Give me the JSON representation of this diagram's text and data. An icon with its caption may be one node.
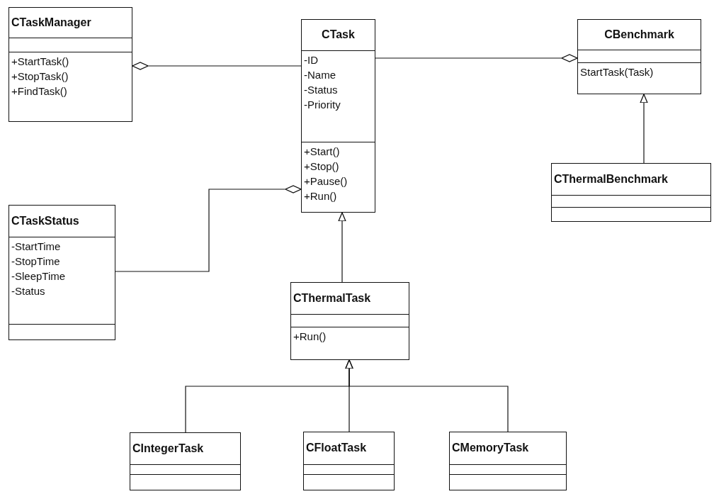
{
  "diagram": {
    "nodes": [
      {
        "text": [
          "CTaskManager"
        ]
      },
      {
        "text": [],
        "shape": "box",
        "in": 0
      },
      {
        "text": [
          "+StartTask()",
          "+StopTask()",
          "+FindTask()"
        ],
        "in": 0
      },
      {
        "text": [
          "CTask"
        ]
      },
      {
        "text": [
          "-ID",
          "-Name",
          "-Status",
          "-Priority"
        ],
        "in": 3
      },
      {
        "text": [
          "+Start()",
          "+Stop()",
          "+Pause()",
          "+Run()"
        ],
        "in": 3
      },
      {
        "text": [
          "CBenchmark"
        ]
      },
      {
        "text": [],
        "shape": "box",
        "in": 6
      },
      {
        "text": [
          "StartTask(Task)"
        ],
        "in": 6
      },
      {
        "text": [
          "CThermalBenchmark"
        ]
      },
      {
        "text": [],
        "shape": "box",
        "in": 9
      },
      {
        "text": [],
        "shape": "box",
        "in": 9
      },
      {
        "text": [
          "CTaskStatus"
        ]
      },
      {
        "text": [
          "-StartTime",
          "-StopTime",
          "-SleepTime",
          "-Status"
        ],
        "in": 12
      },
      {
        "text": [],
        "shape": "box",
        "in": 12
      },
      {
        "text": [
          "CThermalTask"
        ]
      },
      {
        "text": [],
        "shape": "box",
        "in": 15
      },
      {
        "text": [
          "+Run()"
        ],
        "in": 15
      },
      {
        "text": [
          "CIntegerTask"
        ]
      },
      {
        "text": [],
        "shape": "box",
        "in": 18
      },
      {
        "text": [],
        "shape": "box",
        "in": 18
      },
      {
        "text": [
          "CFloatTask"
        ]
      },
      {
        "text": [],
        "shape": "box",
        "in": 21
      },
      {
        "text": [],
        "shape": "box",
        "in": 21
      },
      {
        "text": [
          "CMemoryTask"
        ]
      },
      {
        "text": [],
        "shape": "box",
        "in": 24
      },
      {
        "text": [],
        "shape": "box",
        "in": 24
      }
    ],
    "edges": [
      {
        "from": 3,
        "to": 0,
        "arrow": "other"
      },
      {
        "from": 3,
        "to": 6,
        "arrow": "other"
      },
      {
        "from": 12,
        "to": 3,
        "arrow": "other"
      },
      {
        "from": 9,
        "to": 6,
        "arrow": "to"
      },
      {
        "from": 15,
        "to": 3,
        "arrow": "to"
      },
      {
        "from": 18,
        "to": 15,
        "arrow": "to"
      },
      {
        "from": 21,
        "to": 15,
        "arrow": "to"
      },
      {
        "from": 24,
        "to": 15,
        "arrow": "to"
      }
    ]
  }
}
